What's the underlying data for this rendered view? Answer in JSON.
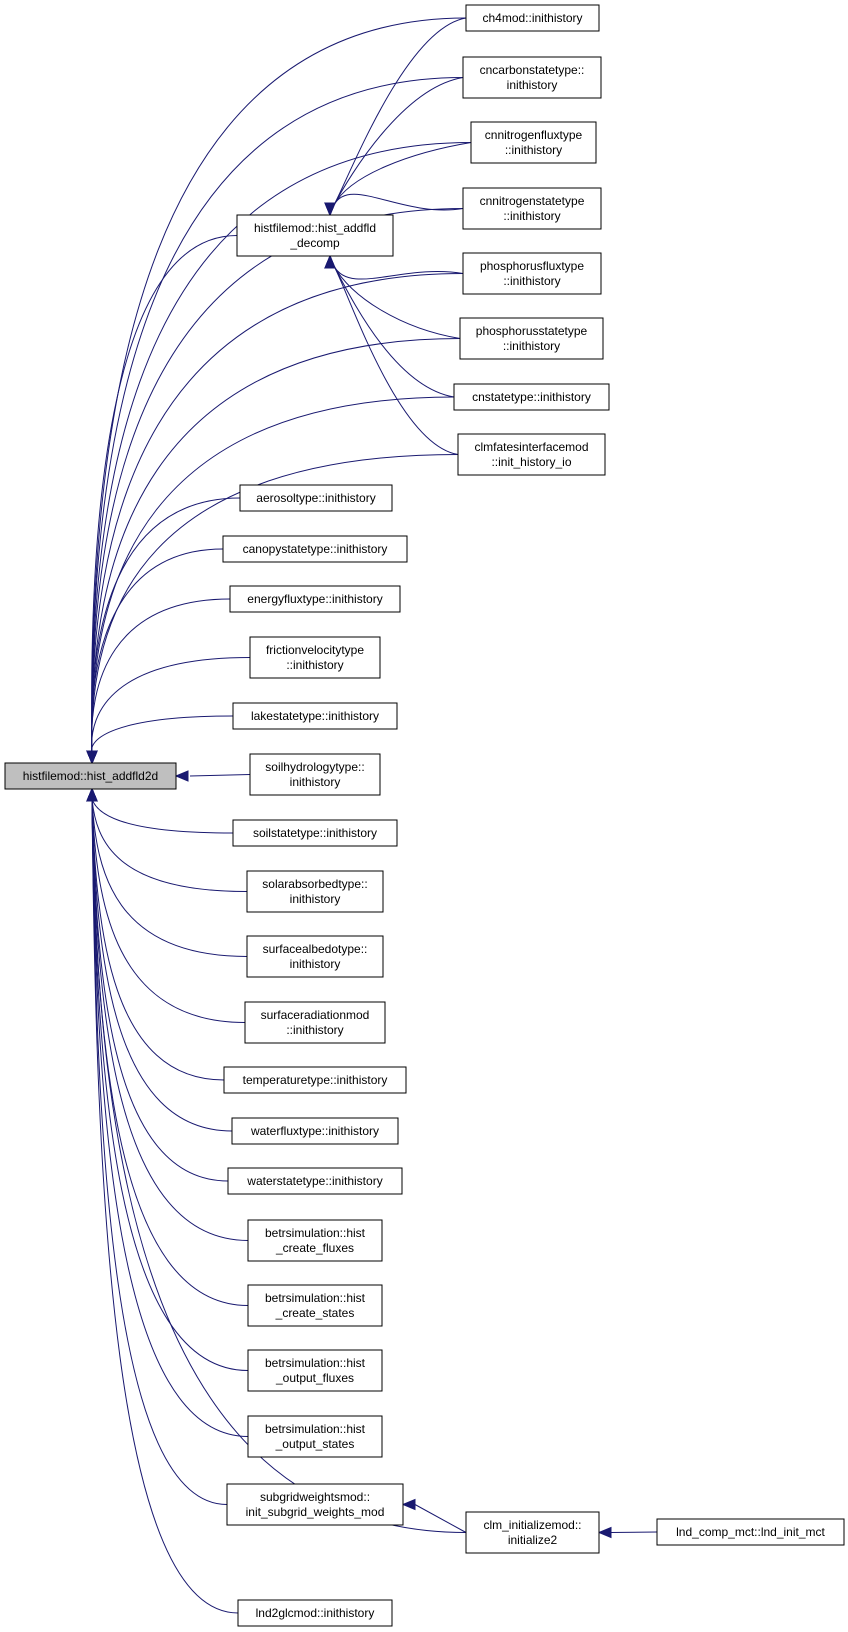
{
  "nodes": [
    {
      "id": "root",
      "lines": [
        "histfilemod::hist_addfld2d"
      ],
      "kind": "root"
    },
    {
      "id": "decomp",
      "lines": [
        "histfilemod::hist_addfld",
        "_decomp"
      ]
    },
    {
      "id": "ch4",
      "lines": [
        "ch4mod::inithistory"
      ]
    },
    {
      "id": "cncarbon",
      "lines": [
        "cncarbonstatetype::",
        "inithistory"
      ]
    },
    {
      "id": "cnnitroflux",
      "lines": [
        "cnnitrogenfluxtype",
        "::inithistory"
      ]
    },
    {
      "id": "cnnitrostate",
      "lines": [
        "cnnitrogenstatetype",
        "::inithistory"
      ]
    },
    {
      "id": "phosflux",
      "lines": [
        "phosphorusfluxtype",
        "::inithistory"
      ]
    },
    {
      "id": "phosstate",
      "lines": [
        "phosphorusstatetype",
        "::inithistory"
      ]
    },
    {
      "id": "cnstate",
      "lines": [
        "cnstatetype::inithistory"
      ]
    },
    {
      "id": "clmfates",
      "lines": [
        "clmfatesinterfacemod",
        "::init_history_io"
      ]
    },
    {
      "id": "aerosol",
      "lines": [
        "aerosoltype::inithistory"
      ]
    },
    {
      "id": "canopy",
      "lines": [
        "canopystatetype::inithistory"
      ]
    },
    {
      "id": "energy",
      "lines": [
        "energyfluxtype::inithistory"
      ]
    },
    {
      "id": "friction",
      "lines": [
        "frictionvelocitytype",
        "::inithistory"
      ]
    },
    {
      "id": "lake",
      "lines": [
        "lakestatetype::inithistory"
      ]
    },
    {
      "id": "soilhydro",
      "lines": [
        "soilhydrologytype::",
        "inithistory"
      ]
    },
    {
      "id": "soilstate",
      "lines": [
        "soilstatetype::inithistory"
      ]
    },
    {
      "id": "solar",
      "lines": [
        "solarabsorbedtype::",
        "inithistory"
      ]
    },
    {
      "id": "albedo",
      "lines": [
        "surfacealbedotype::",
        "inithistory"
      ]
    },
    {
      "id": "surfrad",
      "lines": [
        "surfaceradiationmod",
        "::inithistory"
      ]
    },
    {
      "id": "temp",
      "lines": [
        "temperaturetype::inithistory"
      ]
    },
    {
      "id": "waterflux",
      "lines": [
        "waterfluxtype::inithistory"
      ]
    },
    {
      "id": "waterstate",
      "lines": [
        "waterstatetype::inithistory"
      ]
    },
    {
      "id": "betrcf",
      "lines": [
        "betrsimulation::hist",
        "_create_fluxes"
      ]
    },
    {
      "id": "betrcs",
      "lines": [
        "betrsimulation::hist",
        "_create_states"
      ]
    },
    {
      "id": "betrof",
      "lines": [
        "betrsimulation::hist",
        "_output_fluxes"
      ]
    },
    {
      "id": "betros",
      "lines": [
        "betrsimulation::hist",
        "_output_states"
      ]
    },
    {
      "id": "subgrid",
      "lines": [
        "subgridweightsmod::",
        "init_subgrid_weights_mod"
      ]
    },
    {
      "id": "clminit2",
      "lines": [
        "clm_initializemod::",
        "initialize2"
      ]
    },
    {
      "id": "lndinit",
      "lines": [
        "lnd_comp_mct::lnd_init_mct"
      ]
    },
    {
      "id": "lnd2glc",
      "lines": [
        "lnd2glcmod::inithistory"
      ]
    }
  ],
  "edges": [
    {
      "from": "ch4",
      "to": "root"
    },
    {
      "from": "cncarbon",
      "to": "root"
    },
    {
      "from": "cnnitroflux",
      "to": "root"
    },
    {
      "from": "cnnitrostate",
      "to": "root"
    },
    {
      "from": "phosflux",
      "to": "root"
    },
    {
      "from": "phosstate",
      "to": "root"
    },
    {
      "from": "cnstate",
      "to": "root"
    },
    {
      "from": "clmfates",
      "to": "root"
    },
    {
      "from": "decomp",
      "to": "root"
    },
    {
      "from": "aerosol",
      "to": "root"
    },
    {
      "from": "canopy",
      "to": "root"
    },
    {
      "from": "energy",
      "to": "root"
    },
    {
      "from": "friction",
      "to": "root"
    },
    {
      "from": "lake",
      "to": "root"
    },
    {
      "from": "soilhydro",
      "to": "root"
    },
    {
      "from": "soilstate",
      "to": "root"
    },
    {
      "from": "solar",
      "to": "root"
    },
    {
      "from": "albedo",
      "to": "root"
    },
    {
      "from": "surfrad",
      "to": "root"
    },
    {
      "from": "temp",
      "to": "root"
    },
    {
      "from": "waterflux",
      "to": "root"
    },
    {
      "from": "waterstate",
      "to": "root"
    },
    {
      "from": "betrcf",
      "to": "root"
    },
    {
      "from": "betrcs",
      "to": "root"
    },
    {
      "from": "betrof",
      "to": "root"
    },
    {
      "from": "betros",
      "to": "root"
    },
    {
      "from": "subgrid",
      "to": "root"
    },
    {
      "from": "clminit2",
      "to": "root"
    },
    {
      "from": "lnd2glc",
      "to": "root"
    },
    {
      "from": "ch4",
      "to": "decomp"
    },
    {
      "from": "cncarbon",
      "to": "decomp"
    },
    {
      "from": "cnnitroflux",
      "to": "decomp"
    },
    {
      "from": "cnnitrostate",
      "to": "decomp"
    },
    {
      "from": "phosflux",
      "to": "decomp"
    },
    {
      "from": "phosstate",
      "to": "decomp"
    },
    {
      "from": "cnstate",
      "to": "decomp"
    },
    {
      "from": "clmfates",
      "to": "decomp"
    },
    {
      "from": "clminit2",
      "to": "subgrid"
    },
    {
      "from": "lndinit",
      "to": "clminit2"
    }
  ],
  "colors": {
    "edge": "#191970",
    "root_fill": "#bfbfbf",
    "node_fill": "#ffffff",
    "node_border": "#000000"
  }
}
